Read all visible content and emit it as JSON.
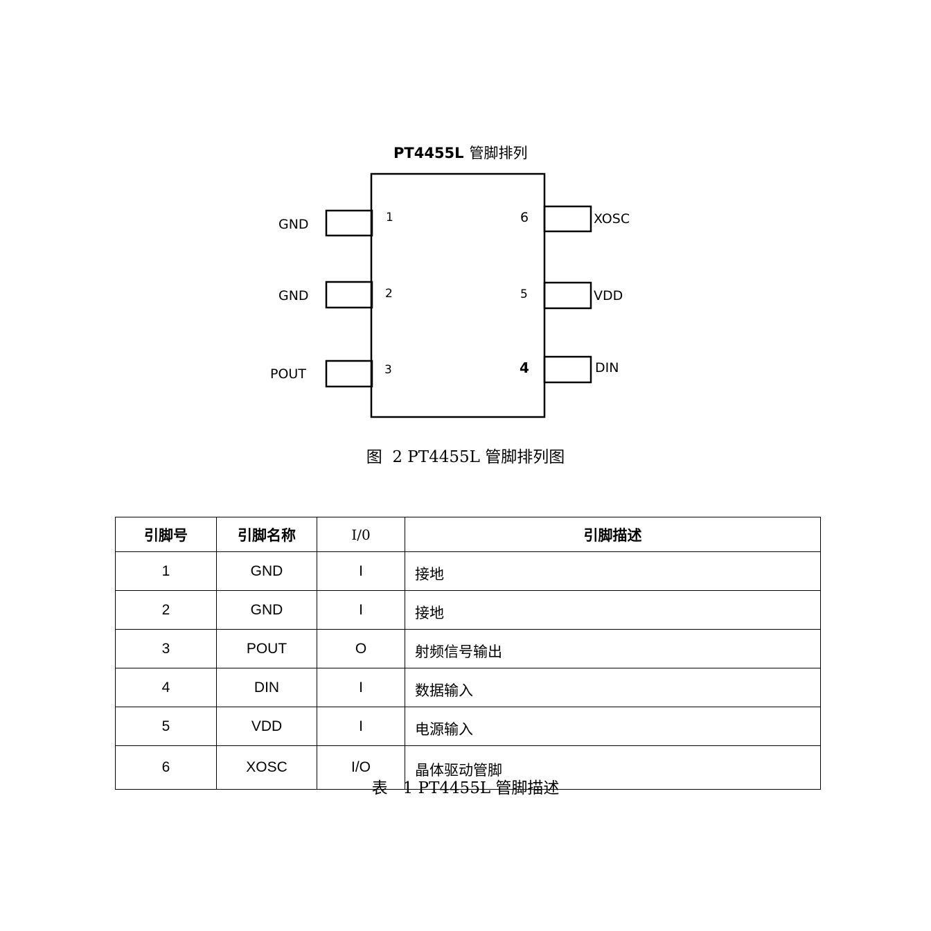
{
  "diagram": {
    "title_part": "PT4455L",
    "title_rest": "管脚排列",
    "pins_left": [
      {
        "label": "GND",
        "number": "1"
      },
      {
        "label": "GND",
        "number": "2"
      },
      {
        "label": "POUT",
        "number": "3"
      }
    ],
    "pins_right": [
      {
        "label": "XOSC",
        "number": "6"
      },
      {
        "label": "VDD",
        "number": "5"
      },
      {
        "label": "DIN",
        "number": "4"
      }
    ]
  },
  "figure_caption": "图  2 PT4455L 管脚排列图",
  "table": {
    "headers": [
      "引脚号",
      "引脚名称",
      "I/0",
      "引脚描述"
    ],
    "rows": [
      {
        "num": "1",
        "name": "GND",
        "io": "I",
        "desc": "接地"
      },
      {
        "num": "2",
        "name": "GND",
        "io": "I",
        "desc": "接地"
      },
      {
        "num": "3",
        "name": "POUT",
        "io": "O",
        "desc": "射频信号输出"
      },
      {
        "num": "4",
        "name": "DIN",
        "io": "I",
        "desc": "数据输入"
      },
      {
        "num": "5",
        "name": "VDD",
        "io": "I",
        "desc": "电源输入"
      },
      {
        "num": "6",
        "name": "XOSC",
        "io": "I/O",
        "desc": "晶体驱动管脚"
      }
    ]
  },
  "table_caption": "表   1 PT4455L 管脚描述"
}
